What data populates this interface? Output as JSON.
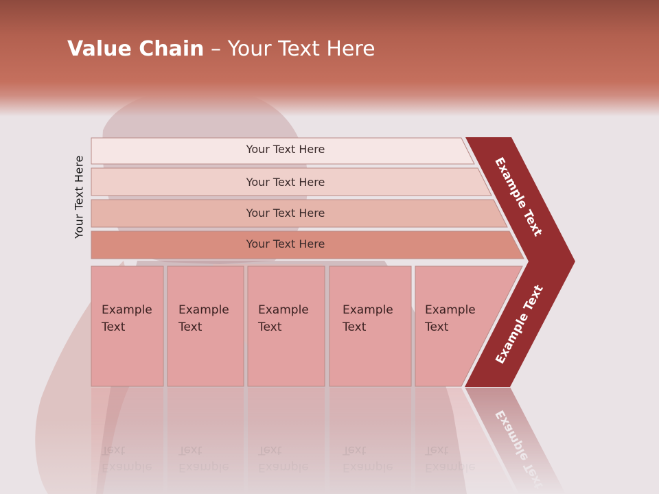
{
  "title": {
    "bold": "Value Chain",
    "rest": " – Your Text Here"
  },
  "side_label": "Your Text Here",
  "rows": [
    {
      "label": "Your Text Here"
    },
    {
      "label": "Your Text Here"
    },
    {
      "label": "Your Text Here"
    },
    {
      "label": "Your Text Here"
    }
  ],
  "columns": [
    {
      "line1": "Example",
      "line2": "Text"
    },
    {
      "line1": "Example",
      "line2": "Text"
    },
    {
      "line1": "Example",
      "line2": "Text"
    },
    {
      "line1": "Example",
      "line2": "Text"
    },
    {
      "line1": "Example",
      "line2": "Text"
    }
  ],
  "chevron": {
    "upper": "Example Text",
    "lower": "Example Text"
  },
  "colors": {
    "header": "#c0685a",
    "row1": "#f6e6e5",
    "row2": "#efd0cb",
    "row3": "#e5b5ab",
    "row4": "#d88e80",
    "column": "#e2a1a1",
    "chevron": "#952e30"
  }
}
